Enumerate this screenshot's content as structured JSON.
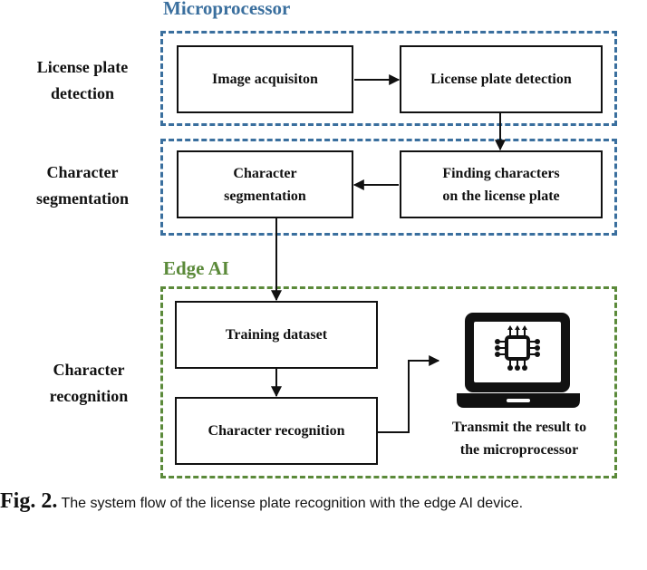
{
  "groups": {
    "microprocessor": {
      "title": "Microprocessor",
      "color": "#3a6f9e"
    },
    "edge_ai": {
      "title": "Edge AI",
      "color": "#5b8a3a"
    }
  },
  "side_labels": {
    "license_plate_detection": {
      "line1": "License plate",
      "line2": "detection"
    },
    "character_segmentation": {
      "line1": "Character",
      "line2": "segmentation"
    },
    "character_recognition": {
      "line1": "Character",
      "line2": "recognition"
    }
  },
  "boxes": {
    "image_acquisition": "Image acquisiton",
    "license_plate_detection": "License plate detection",
    "finding_characters": {
      "line1": "Finding characters",
      "line2": "on the license plate"
    },
    "character_segmentation": {
      "line1": "Character",
      "line2": "segmentation"
    },
    "training_dataset": "Training dataset",
    "character_recognition": "Character recognition"
  },
  "device": {
    "icon": "laptop-chip-icon",
    "label_line1": "Transmit the result to",
    "label_line2": "the microprocessor"
  },
  "flow": [
    [
      "Image acquisiton",
      "License plate detection"
    ],
    [
      "License plate detection",
      "Finding characters on the license plate"
    ],
    [
      "Finding characters on the license plate",
      "Character segmentation"
    ],
    [
      "Character segmentation",
      "Training dataset"
    ],
    [
      "Training dataset",
      "Character recognition"
    ],
    [
      "Character recognition",
      "Transmit the result to the microprocessor"
    ]
  ],
  "caption": {
    "fig_label": "Fig. 2.",
    "text": " The system flow of the license plate recognition with the edge AI device."
  }
}
